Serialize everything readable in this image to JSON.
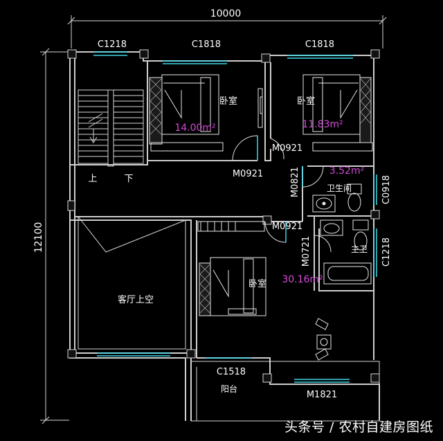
{
  "dimensions": {
    "width_total": "10000",
    "height_total": "12100"
  },
  "windows": {
    "c1218_top": "C1218",
    "c1818_left": "C1818",
    "c1818_right": "C1818",
    "c0918": "C0918",
    "c1218_right": "C1218",
    "c1518": "C1518",
    "m1821": "M1821"
  },
  "doors": {
    "m0921_a": "M0921",
    "m0921_b": "M0921",
    "m0921_c": "M0921",
    "m0821": "M0821",
    "m0721": "M0721"
  },
  "rooms": {
    "bedroom_1": {
      "label": "卧室",
      "area": "14.00m²"
    },
    "bedroom_2": {
      "label": "卧室",
      "area": "11.83m²"
    },
    "bathroom": {
      "label": "卫生间",
      "area": "3.52m²"
    },
    "master_bath": {
      "label": "主卫"
    },
    "master_bedroom": {
      "label": "卧室",
      "area": "30.16m²"
    },
    "living_void": {
      "label": "客厅上空"
    },
    "balcony": {
      "label": "阳台"
    }
  },
  "stairs": {
    "up": "上",
    "down": "下"
  },
  "watermark": "头条号 / 农村自建房图纸",
  "colors": {
    "wall": "#cfcfcf",
    "dim": "#d8d8d8",
    "window": "#3fd7e8",
    "area_text": "#d24ad8",
    "furniture": "#e9e9e9"
  }
}
